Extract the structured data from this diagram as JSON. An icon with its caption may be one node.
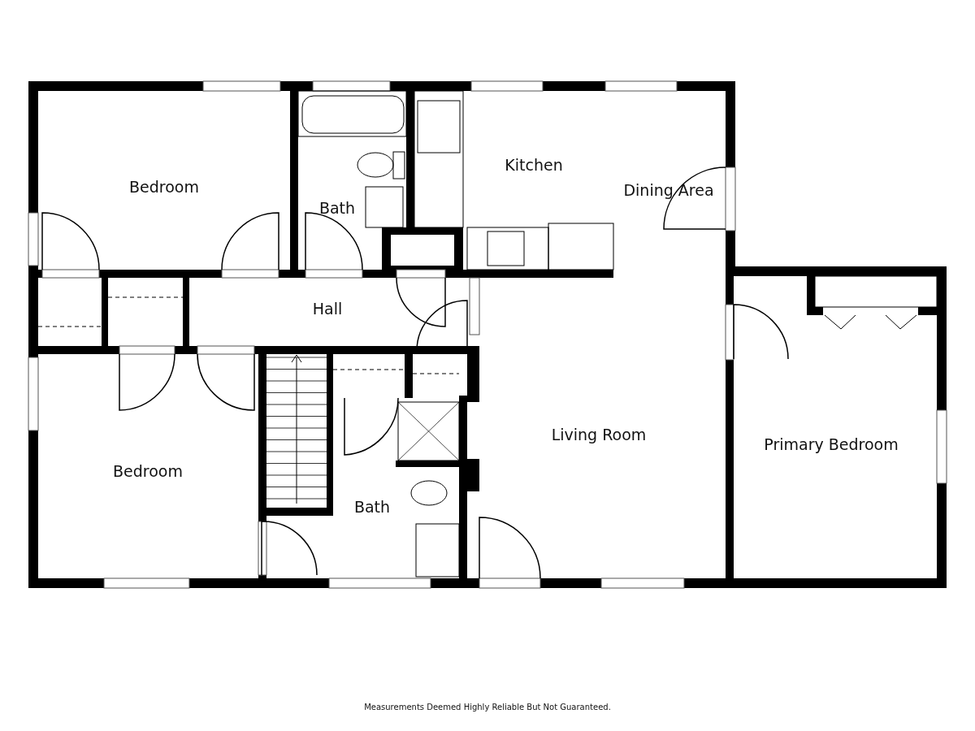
{
  "diagram": {
    "labels": [
      "Kitchen",
      "Bedroom",
      "Dining Area",
      "Bath",
      "Hall",
      "Living Room",
      "Primary Bedroom",
      "Bedroom",
      "Bath",
      "Measurements Deemed Highly Reliable But Not Guaranteed."
    ]
  }
}
